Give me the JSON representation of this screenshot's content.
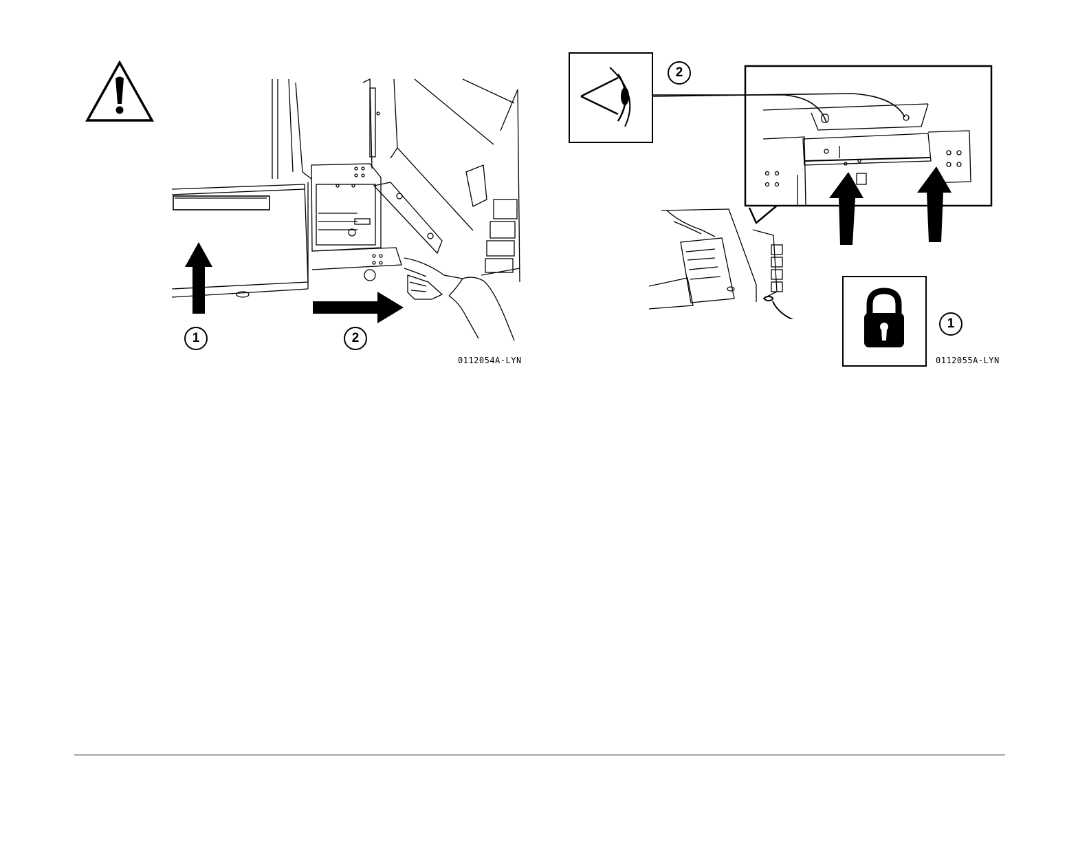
{
  "figure_left": {
    "callouts": [
      "1",
      "2"
    ],
    "code": "0112054A-LYN",
    "icons": [
      "warning-icon"
    ]
  },
  "figure_right": {
    "callouts": [
      "2",
      "1"
    ],
    "code": "0112055A-LYN",
    "icons": [
      "eye-icon",
      "lock-icon"
    ]
  },
  "colors": {
    "ink": "#000000",
    "paper": "#ffffff"
  }
}
